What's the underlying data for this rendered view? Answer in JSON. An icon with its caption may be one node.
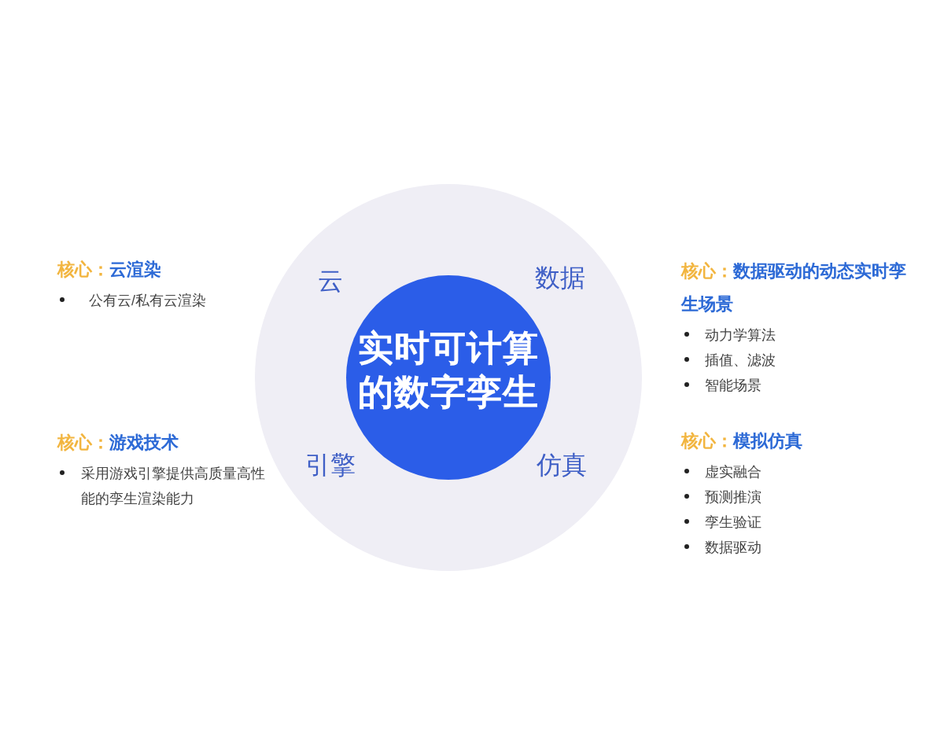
{
  "diagram": {
    "nodes": [
      {
        "text": [
          "云",
          "数据",
          "引擎",
          "仿真"
        ]
      },
      {
        "text": [
          "实时可计算的数字孪生"
        ],
        "in": 0
      }
    ],
    "labels": [
      "核心：云渲染",
      "公有云/私有云渲染",
      "核心：数据驱动的动态实时孪生场景",
      "动力学算法",
      "插值、滤波",
      "智能场景",
      "核心：游戏技术",
      "采用游戏引擎提供高质量高性能的孪生渲染能力",
      "核心：模拟仿真",
      "虚实融合",
      "预测推演",
      "孪生验证",
      "数据驱动"
    ]
  }
}
